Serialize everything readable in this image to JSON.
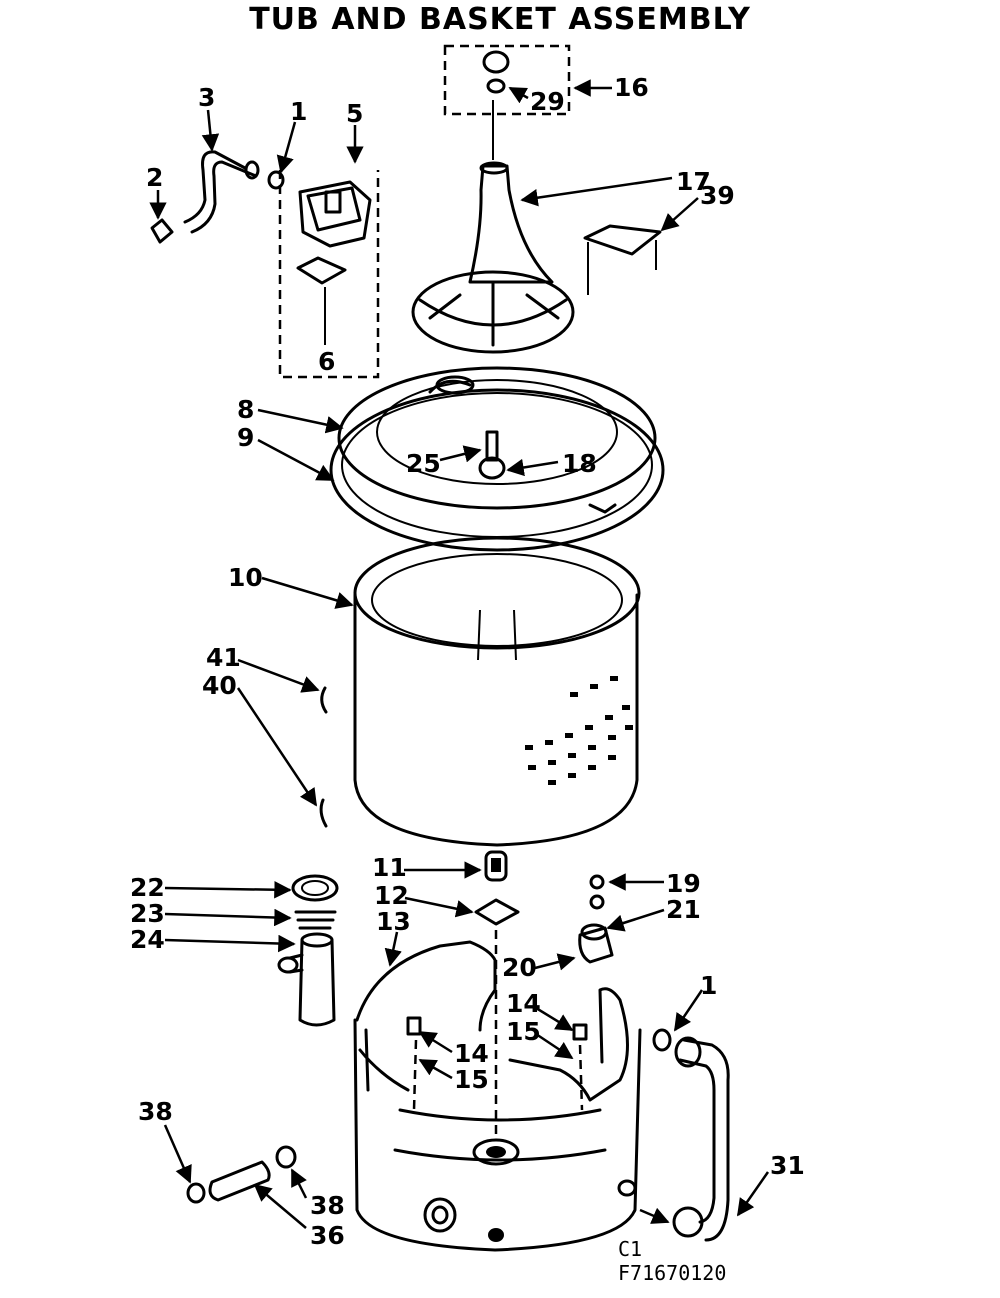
{
  "title": "TUB AND BASKET ASSEMBLY",
  "drawing_codes": {
    "line1": "C1",
    "line2": "F71670120"
  },
  "callouts": {
    "c1a": "1",
    "c2": "2",
    "c3": "3",
    "c5": "5",
    "c6": "6",
    "c16": "16",
    "c29": "29",
    "c17": "17",
    "c39": "39",
    "c8": "8",
    "c9": "9",
    "c25": "25",
    "c18": "18",
    "c10": "10",
    "c41": "41",
    "c40": "40",
    "c11": "11",
    "c12": "12",
    "c13": "13",
    "c19": "19",
    "c21": "21",
    "c20": "20",
    "c22": "22",
    "c23": "23",
    "c24": "24",
    "c14a": "14",
    "c15a": "15",
    "c14b": "14",
    "c15b": "15",
    "c1b": "1",
    "c31": "31",
    "c38a": "38",
    "c38b": "38",
    "c36": "36"
  }
}
